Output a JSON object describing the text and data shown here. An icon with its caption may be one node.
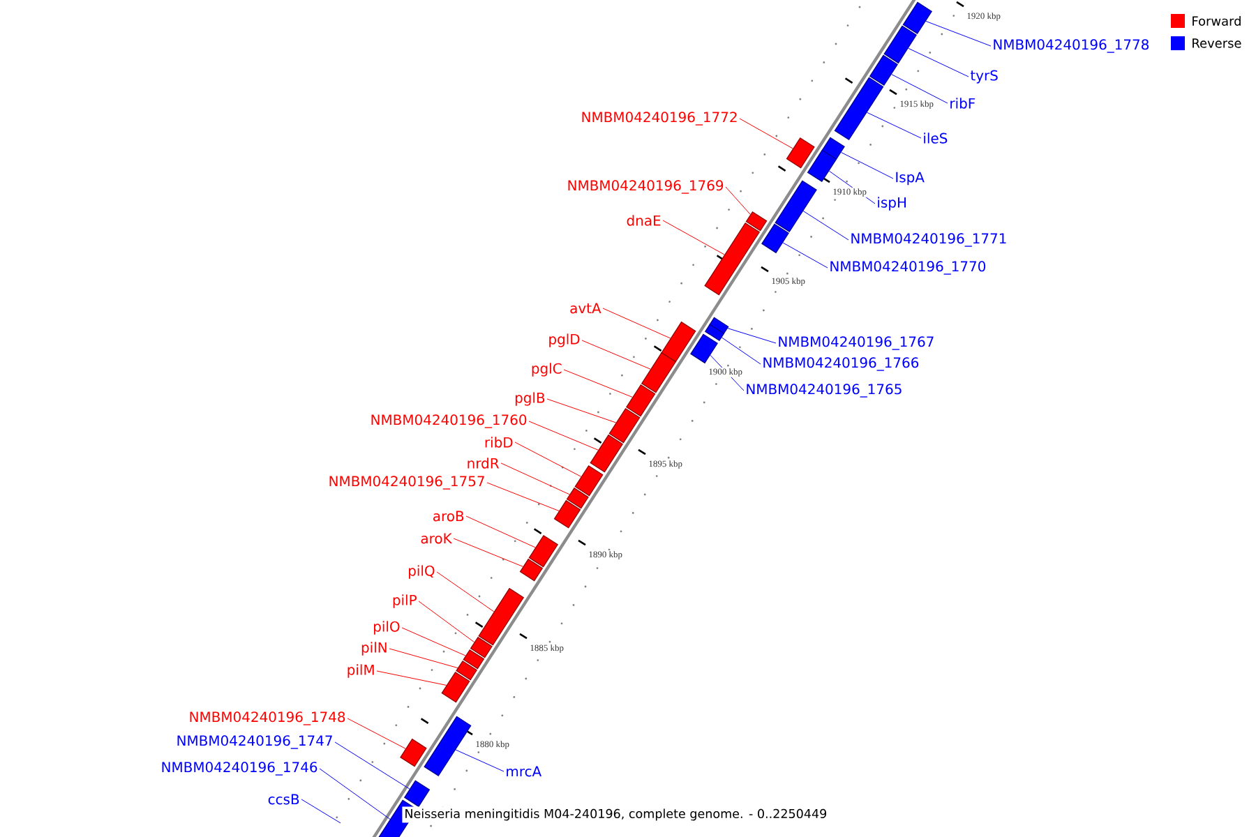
{
  "diagram": {
    "caption": "Neisseria meningitidis M04-240196, complete genome. - 0..2250449",
    "nodes": [
      {
        "text": [
          "NMBM04240196_1778"
        ]
      },
      {
        "text": [],
        "shape": "box"
      },
      {
        "text": [
          "tyrS"
        ]
      },
      {
        "text": [],
        "shape": "box"
      },
      {
        "text": [
          "ribF"
        ]
      },
      {
        "text": [],
        "shape": "box"
      },
      {
        "text": [
          "ileS"
        ]
      },
      {
        "text": [],
        "shape": "box"
      },
      {
        "text": [
          "IspA"
        ]
      },
      {
        "text": [],
        "shape": "box"
      },
      {
        "text": [
          "ispH"
        ]
      },
      {
        "text": [],
        "shape": "box"
      },
      {
        "text": [
          "NMBM04240196_1772"
        ]
      },
      {
        "text": [],
        "shape": "box"
      },
      {
        "text": [
          "NMBM04240196_1769"
        ]
      },
      {
        "text": [],
        "shape": "box"
      },
      {
        "text": [
          "NMBM04240196_1771"
        ]
      },
      {
        "text": [],
        "shape": "box"
      },
      {
        "text": [
          "dnaE"
        ]
      },
      {
        "text": [],
        "shape": "box"
      },
      {
        "text": [
          "NMBM04240196_1770"
        ]
      },
      {
        "text": [],
        "shape": "box"
      },
      {
        "text": [
          "avtA"
        ]
      },
      {
        "text": [],
        "shape": "box"
      },
      {
        "text": [
          "NMBM04240196_1767"
        ]
      },
      {
        "text": [],
        "shape": "box"
      },
      {
        "text": [
          "pglD"
        ]
      },
      {
        "text": [],
        "shape": "box"
      },
      {
        "text": [
          "NMBM04240196_1766"
        ]
      },
      {
        "text": [],
        "shape": "box"
      },
      {
        "text": [
          "pglC"
        ]
      },
      {
        "text": [],
        "shape": "box"
      },
      {
        "text": [
          "NMBM04240196_1765"
        ]
      },
      {
        "text": [],
        "shape": "box"
      },
      {
        "text": [
          "pglB"
        ]
      },
      {
        "text": [],
        "shape": "box"
      },
      {
        "text": [
          "NMBM04240196_1760"
        ]
      },
      {
        "text": [],
        "shape": "box"
      },
      {
        "text": [
          "ribD"
        ]
      },
      {
        "text": [],
        "shape": "box"
      },
      {
        "text": [
          "nrdR"
        ]
      },
      {
        "text": [],
        "shape": "box"
      },
      {
        "text": [
          "NMBM04240196_1757"
        ]
      },
      {
        "text": [],
        "shape": "box"
      },
      {
        "text": [
          "aroB"
        ]
      },
      {
        "text": [],
        "shape": "box"
      },
      {
        "text": [
          "aroK"
        ]
      },
      {
        "text": [],
        "shape": "box"
      },
      {
        "text": [
          "pilQ"
        ]
      },
      {
        "text": [],
        "shape": "box"
      },
      {
        "text": [
          "pilP"
        ]
      },
      {
        "text": [],
        "shape": "box"
      },
      {
        "text": [
          "pilO"
        ]
      },
      {
        "text": [],
        "shape": "box"
      },
      {
        "text": [
          "pilN"
        ]
      },
      {
        "text": [],
        "shape": "box"
      },
      {
        "text": [
          "pilM"
        ]
      },
      {
        "text": [],
        "shape": "box"
      },
      {
        "text": [
          "NMBM04240196_1748"
        ]
      },
      {
        "text": [],
        "shape": "box"
      },
      {
        "text": [
          "NMBM04240196_1747"
        ]
      },
      {
        "text": [],
        "shape": "box"
      },
      {
        "text": [
          "mrcA"
        ]
      },
      {
        "text": [],
        "shape": "box"
      },
      {
        "text": [
          "NMBM04240196_1746"
        ]
      },
      {
        "text": [],
        "shape": "box"
      },
      {
        "text": [
          "ccsB"
        ]
      }
    ],
    "edges": [
      {
        "from": 0,
        "to": 1,
        "arrow": "none",
        "color": "#0000ff"
      },
      {
        "from": 2,
        "to": 3,
        "arrow": "none",
        "color": "#0000ff"
      },
      {
        "from": 4,
        "to": 5,
        "arrow": "none",
        "color": "#0000ff"
      },
      {
        "from": 6,
        "to": 7,
        "arrow": "none",
        "color": "#0000ff"
      },
      {
        "from": 8,
        "to": 9,
        "arrow": "none",
        "color": "#0000ff"
      },
      {
        "from": 10,
        "to": 11,
        "arrow": "none",
        "color": "#0000ff"
      },
      {
        "from": 12,
        "to": 13,
        "arrow": "none"
      },
      {
        "from": 14,
        "to": 15,
        "arrow": "none"
      },
      {
        "from": 16,
        "to": 17,
        "arrow": "none",
        "color": "#0000ff"
      },
      {
        "from": 18,
        "to": 19,
        "arrow": "none"
      },
      {
        "from": 20,
        "to": 21,
        "arrow": "none",
        "color": "#0000ff"
      },
      {
        "from": 22,
        "to": 23,
        "arrow": "none"
      },
      {
        "from": 24,
        "to": 25,
        "arrow": "none",
        "color": "#0000ff"
      },
      {
        "from": 26,
        "to": 27,
        "arrow": "none"
      },
      {
        "from": 28,
        "to": 29,
        "arrow": "none",
        "color": "#0000ff"
      },
      {
        "from": 30,
        "to": 31,
        "arrow": "none"
      },
      {
        "from": 32,
        "to": 33,
        "arrow": "none",
        "color": "#0000ff"
      },
      {
        "from": 34,
        "to": 35,
        "arrow": "none"
      },
      {
        "from": 36,
        "to": 37,
        "arrow": "none"
      },
      {
        "from": 38,
        "to": 39,
        "arrow": "none"
      },
      {
        "from": 40,
        "to": 41,
        "arrow": "none"
      },
      {
        "from": 42,
        "to": 43,
        "arrow": "none"
      },
      {
        "from": 44,
        "to": 45,
        "arrow": "none"
      },
      {
        "from": 46,
        "to": 47,
        "arrow": "none"
      },
      {
        "from": 48,
        "to": 49,
        "arrow": "none"
      },
      {
        "from": 50,
        "to": 51,
        "arrow": "none"
      },
      {
        "from": 52,
        "to": 53,
        "arrow": "none"
      },
      {
        "from": 54,
        "to": 55,
        "arrow": "none"
      },
      {
        "from": 56,
        "to": 57,
        "arrow": "none"
      },
      {
        "from": 58,
        "to": 59,
        "arrow": "none"
      },
      {
        "from": 60,
        "to": 61,
        "arrow": "none",
        "color": "#0000ff"
      },
      {
        "from": 62,
        "to": 63,
        "arrow": "none",
        "color": "#0000ff"
      },
      {
        "from": 64,
        "to": 65,
        "arrow": "none",
        "color": "#0000ff"
      },
      {
        "from": 66,
        "to": null,
        "arrow": "none",
        "color": "#0000ff"
      }
    ],
    "labels": [
      "1920 kbp",
      "1915 kbp",
      "1910 kbp",
      "1905 kbp",
      "1900 kbp",
      "1895 kbp",
      "1890 kbp",
      "1885 kbp",
      "1880 kbp"
    ],
    "legend": [
      {
        "text": "Forward",
        "color": "#ff0000"
      },
      {
        "text": "Reverse",
        "color": "#0000ff"
      }
    ]
  }
}
